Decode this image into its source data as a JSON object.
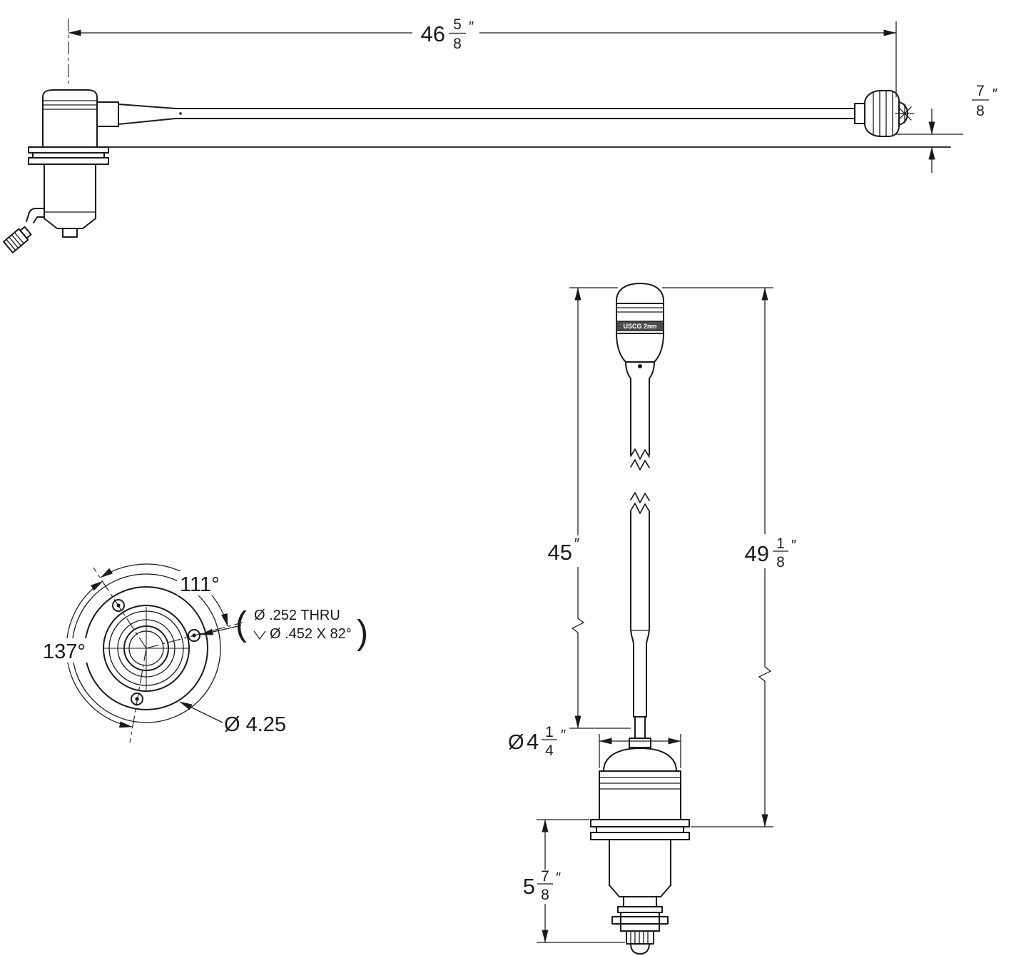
{
  "drawing_type": "technical-drawing",
  "line_color": "#1a1a1a",
  "views": {
    "side": {
      "overall_length": {
        "whole": "46",
        "num": "5",
        "den": "8",
        "unit": "″"
      },
      "head_drop": {
        "num": "7",
        "den": "8",
        "unit": "″"
      }
    },
    "front": {
      "pole_length": {
        "whole": "45",
        "unit": "″"
      },
      "overall_height": {
        "whole": "49",
        "num": "1",
        "den": "8",
        "unit": "″"
      },
      "base_diameter": {
        "dia": "Ø",
        "whole": "4",
        "num": "1",
        "den": "4",
        "unit": "″"
      },
      "below_deck": {
        "whole": "5",
        "num": "7",
        "den": "8",
        "unit": "″"
      },
      "head_label": "USCG 2nm"
    },
    "base": {
      "angle_top": "111°",
      "angle_left": "137°",
      "hole_note": {
        "paren_open": "(",
        "line1": "Ø .252 THRU",
        "line2": "Ø .452 X 82°",
        "paren_close": ")"
      },
      "flange_dia": "Ø 4.25"
    }
  }
}
